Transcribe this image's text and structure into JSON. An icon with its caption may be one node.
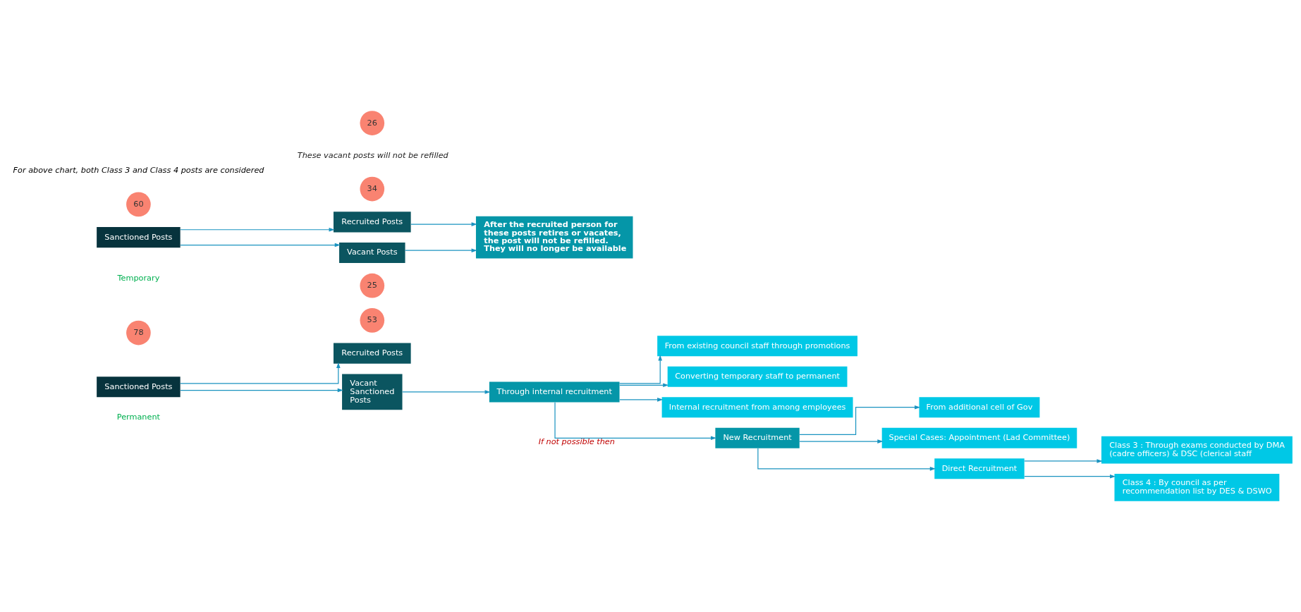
{
  "diagram": {
    "nodes": [
      {
        "text": [
          "Sanctioned Posts"
        ],
        "beside": [
          "Permanent"
        ]
      },
      {
        "text": [
          "78"
        ]
      },
      {
        "text": [
          "Recruited Posts"
        ]
      },
      {
        "text": [
          "53"
        ]
      },
      {
        "text": [
          "Vacant Sanctioned Posts"
        ]
      },
      {
        "text": [
          "25"
        ]
      },
      {
        "text": [
          "Through internal recruitment"
        ]
      },
      {
        "text": [
          "From existing council staff through promotions"
        ]
      },
      {
        "text": [
          "Converting temporary staff to permanent"
        ]
      },
      {
        "text": [
          "Internal recruitment from among employees"
        ]
      },
      {
        "text": [
          "New Recruitment"
        ]
      },
      {
        "text": [
          "From additional cell of Gov"
        ]
      },
      {
        "text": [
          "Special Cases: Appointment (Lad Committee)"
        ]
      },
      {
        "text": [
          "Direct Recruitment"
        ]
      },
      {
        "text": [
          "Class 3 : Through exams conducted by DMA (cadre officers) & DSC (clerical staff"
        ]
      },
      {
        "text": [
          "Class 4 : By council as per recommendation list by DES & DSWO"
        ]
      },
      {
        "text": [
          "Sanctioned Posts"
        ],
        "beside": [
          "Temporary"
        ]
      },
      {
        "text": [
          "60"
        ]
      },
      {
        "text": [
          "Recruited Posts"
        ]
      },
      {
        "text": [
          "34"
        ]
      },
      {
        "text": [
          "Vacant Posts"
        ]
      },
      {
        "text": [
          "26"
        ],
        "beside": [
          "These vacant posts will not be refilled"
        ]
      },
      {
        "text": [
          "After the recruited person for these posts retires or vacates, the post will not be refilled. They will no longer be available"
        ]
      }
    ],
    "edges": [
      {
        "from": 0,
        "to": 2,
        "arrow": "to"
      },
      {
        "from": 0,
        "to": 4,
        "arrow": "to"
      },
      {
        "from": 4,
        "to": 6,
        "arrow": "to"
      },
      {
        "from": 6,
        "to": 7,
        "arrow": "to"
      },
      {
        "from": 6,
        "to": 8,
        "arrow": "to"
      },
      {
        "from": 6,
        "to": 9,
        "arrow": "to"
      },
      {
        "from": 6,
        "to": 10,
        "arrow": "to",
        "label": "If not possible then"
      },
      {
        "from": 10,
        "to": 11,
        "arrow": "to"
      },
      {
        "from": 10,
        "to": 12,
        "arrow": "to"
      },
      {
        "from": 10,
        "to": 13,
        "arrow": "to"
      },
      {
        "from": 13,
        "to": 14,
        "arrow": "to"
      },
      {
        "from": 13,
        "to": 15,
        "arrow": "to"
      },
      {
        "from": 16,
        "to": 18,
        "arrow": "to"
      },
      {
        "from": 16,
        "to": 20,
        "arrow": "to"
      },
      {
        "from": 18,
        "to": 22,
        "arrow": "to"
      },
      {
        "from": 20,
        "to": 22,
        "arrow": "to"
      }
    ],
    "labels": [
      "For above chart, both Class 3 and Class 4 posts are considered"
    ]
  }
}
